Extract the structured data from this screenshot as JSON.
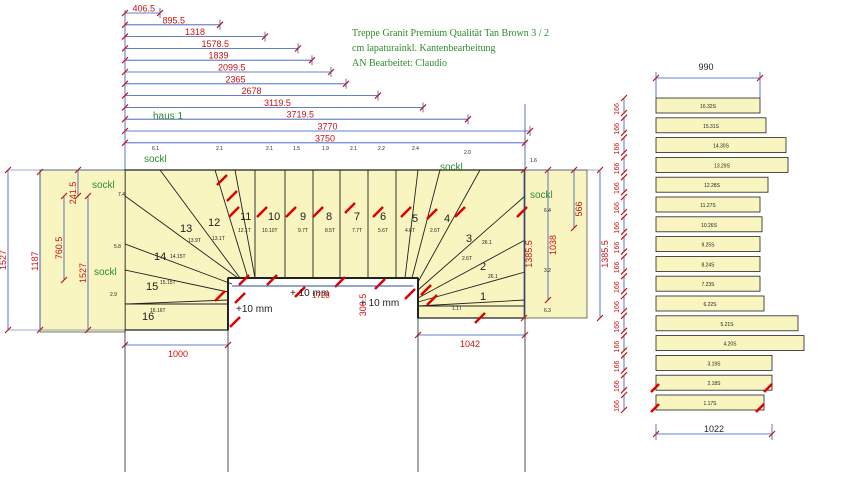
{
  "info_lines": [
    "Treppe Granit Premium Qualität Tan Brown 3 / 2",
    "cm lapaturainkl. Kantenbearbeitung",
    "AN Bearbeitet: Claudio"
  ],
  "top_dims": [
    "406.5",
    "895.5",
    "1318",
    "1578.5",
    "1839",
    "2099.5",
    "2365",
    "2678",
    "3119.5",
    "3719.5",
    "3770",
    "3750"
  ],
  "haus_label": "haus 1",
  "sockl_labels": [
    "sockl",
    "sockl",
    "sockl",
    "sockl",
    "sockl"
  ],
  "left_dims": [
    "1527",
    "1187",
    "760.5",
    "241.5",
    "1527"
  ],
  "right_dims": [
    "1038",
    "566",
    "1385.5",
    "1385.5"
  ],
  "bottom_dims": [
    "1000",
    "1042"
  ],
  "mid_dims": [
    "+ 10 mm",
    "1728",
    "306.5",
    "+ 10 mm",
    "+10 mm"
  ],
  "left_small": [
    "6.1",
    "7.4",
    "5.8",
    "2.9"
  ],
  "top_small": [
    "2.1",
    "2.1",
    "1.5",
    "1.9",
    "2.1",
    "2.2",
    "2.4",
    "2.0",
    "1.6",
    "6.4",
    "3.2",
    "6.3"
  ],
  "step_numbers": [
    "1",
    "2",
    "3",
    "4",
    "5",
    "6",
    "7",
    "8",
    "9",
    "10",
    "11",
    "12",
    "13",
    "14",
    "15",
    "16"
  ],
  "step_codes": [
    "26.1",
    "1.1T",
    "26.1",
    "2.6T",
    "2.6T",
    "4.6T",
    "5.6T",
    "7.7T",
    "8.5T",
    "9.7T",
    "10.10T",
    "12.1T",
    "13.1T",
    "13.9T",
    "14.15T",
    "15.15T",
    "16.16T"
  ],
  "strip_width_top": "990",
  "strip_width_bottom": "1022",
  "strip_height_label": "166",
  "strip_labels": [
    "16.32S",
    "15.31S",
    "14.30S",
    "13.29S",
    "12.28S",
    "11.27S",
    "10.26S",
    "9.25S",
    "8.24S",
    "7.23S",
    "6.22S",
    "5.21S",
    "4.20S",
    "3.19S",
    "2.18S",
    "1.17S"
  ],
  "colors": {
    "dim_red": "#cc1111",
    "dim_blue": "#3355bb",
    "fill": "#f8f5c0",
    "text_green": "#2e8b2e",
    "mark_red": "#dd0000",
    "line": "#222222"
  }
}
